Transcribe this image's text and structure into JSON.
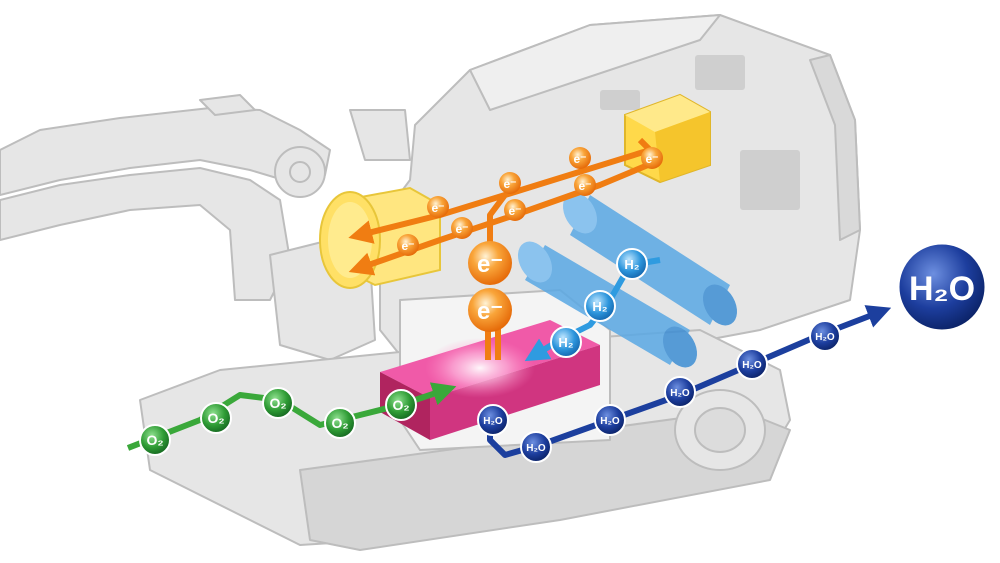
{
  "colors": {
    "oxygen": "#3aa83a",
    "oxygen_dark": "#1e7a2a",
    "electron": "#f28a1e",
    "electron_dark": "#d9600a",
    "hydrogen": "#2f9be0",
    "water": "#1c3f9e",
    "water_dark": "#0f2a78",
    "fuel_cell": "#e0358a",
    "motor": "#ffe066",
    "battery": "#ffd94a",
    "tanks": "#4fa3e0",
    "machine_fill": "#e4e4e4",
    "machine_stroke": "#b9b9b9"
  },
  "labels": {
    "oxygen": "O₂",
    "electron": "e⁻",
    "hydrogen": "H₂",
    "water": "H₂O",
    "water_output": "H₂O"
  },
  "icons": {
    "machine": "excavator-cutaway-icon",
    "fuel_cell": "fuel-cell-stack-icon",
    "tanks": "hydrogen-tank-icon",
    "motor": "electric-motor-icon",
    "battery": "battery-unit-icon"
  }
}
